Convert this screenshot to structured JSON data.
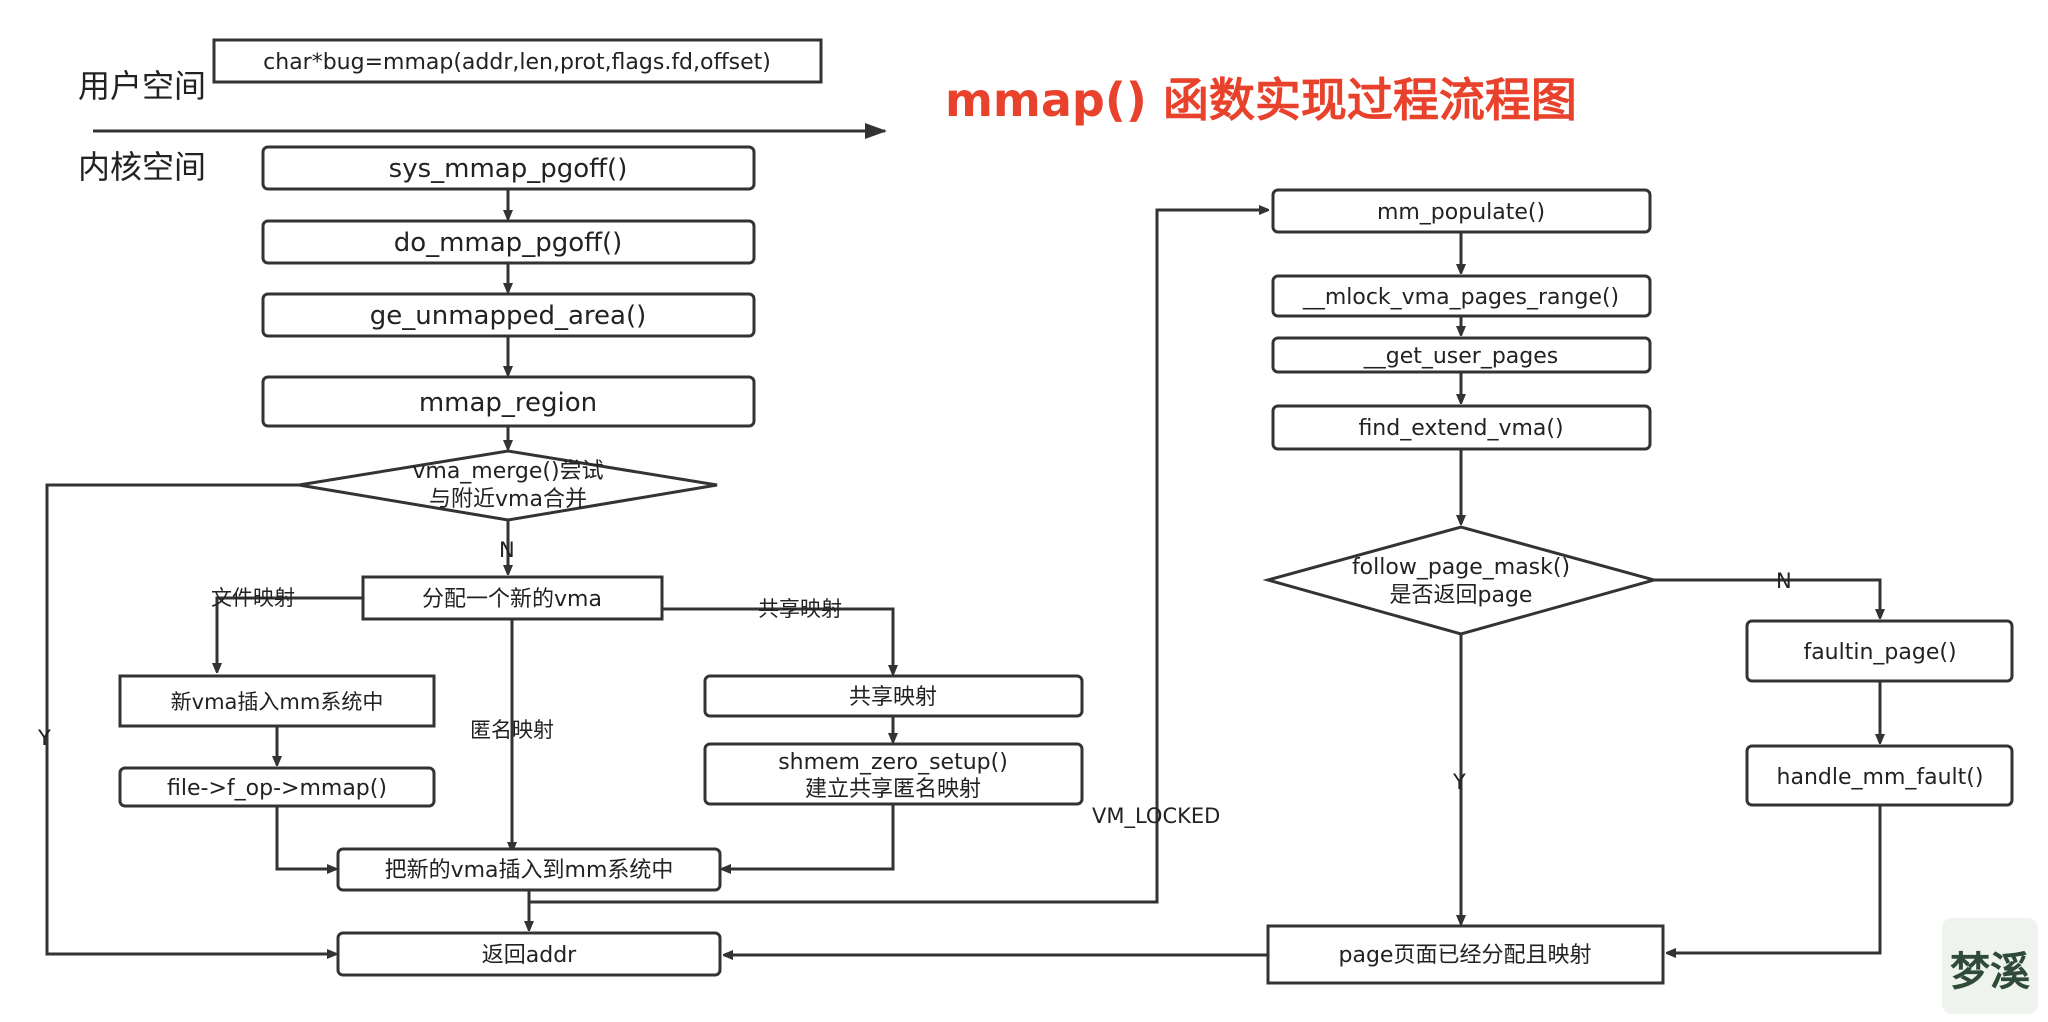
{
  "title": "mmap() 函数实现过程流程图",
  "title_color": "#e8412c",
  "zones": {
    "user": "用户空间",
    "kernel": "内核空间"
  },
  "nodes": {
    "call": "char*bug=mmap(addr,len,prot,flags.fd,offset)",
    "sys_mmap": "sys_mmap_pgoff()",
    "do_mmap": "do_mmap_pgoff()",
    "get_unmapped": "ge_unmapped_area()",
    "mmap_region": "mmap_region",
    "vma_merge": [
      "vma_merge()尝试",
      "与附近vma合并"
    ],
    "alloc_vma": "分配一个新的vma",
    "insert_file": "新vma插入mm系统中",
    "fop_mmap": "file->f_op->mmap()",
    "shared": "共享映射",
    "shmem": [
      "shmem_zero_setup()",
      "建立共享匿名映射"
    ],
    "insert_vma": "把新的vma插入到mm系统中",
    "return_addr": "返回addr",
    "mm_populate": "mm_populate()",
    "mlock": "__mlock_vma_pages_range()",
    "get_user_pages": "__get_user_pages",
    "find_extend": "find_extend_vma()",
    "follow_page": [
      "follow_page_mask()",
      "是否返回page"
    ],
    "faultin": "faultin_page()",
    "handle_fault": "handle_mm_fault()",
    "page_mapped": "page页面已经分配且映射"
  },
  "edges": {
    "n": "N",
    "y": "Y",
    "file_map": "文件映射",
    "anon_map": "匿名映射",
    "shared_map": "共享映射",
    "vm_locked": "VM_LOCKED",
    "follow_n": "N",
    "follow_y": "Y"
  },
  "watermark": "梦溪"
}
